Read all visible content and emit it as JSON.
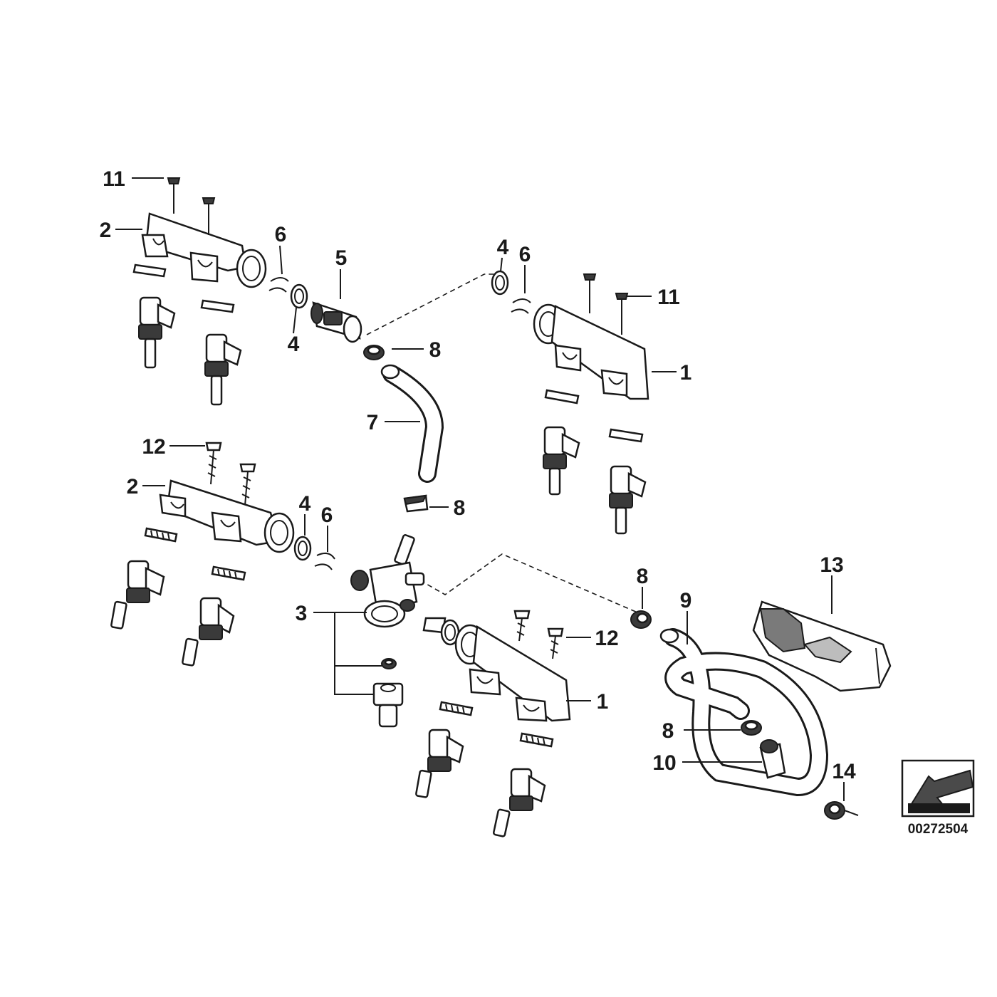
{
  "callouts": [
    {
      "id": "c11a",
      "text": "11"
    },
    {
      "id": "c2a",
      "text": "2"
    },
    {
      "id": "c6a",
      "text": "6"
    },
    {
      "id": "c5",
      "text": "5"
    },
    {
      "id": "c4a",
      "text": "4"
    },
    {
      "id": "c8a",
      "text": "8"
    },
    {
      "id": "c4b",
      "text": "4"
    },
    {
      "id": "c6b",
      "text": "6"
    },
    {
      "id": "c11b",
      "text": "11"
    },
    {
      "id": "c1a",
      "text": "1"
    },
    {
      "id": "c7",
      "text": "7"
    },
    {
      "id": "c12a",
      "text": "12"
    },
    {
      "id": "c2b",
      "text": "2"
    },
    {
      "id": "c4c",
      "text": "4"
    },
    {
      "id": "c6c",
      "text": "6"
    },
    {
      "id": "c8b",
      "text": "8"
    },
    {
      "id": "c13",
      "text": "13"
    },
    {
      "id": "c8c",
      "text": "8"
    },
    {
      "id": "c9",
      "text": "9"
    },
    {
      "id": "c3",
      "text": "3"
    },
    {
      "id": "c12b",
      "text": "12"
    },
    {
      "id": "c1b",
      "text": "1"
    },
    {
      "id": "c8d",
      "text": "8"
    },
    {
      "id": "c10",
      "text": "10"
    },
    {
      "id": "c14",
      "text": "14"
    }
  ],
  "diagram_number": "00272504",
  "icons": {
    "nav_arrow": "down-left-arrow-icon"
  }
}
